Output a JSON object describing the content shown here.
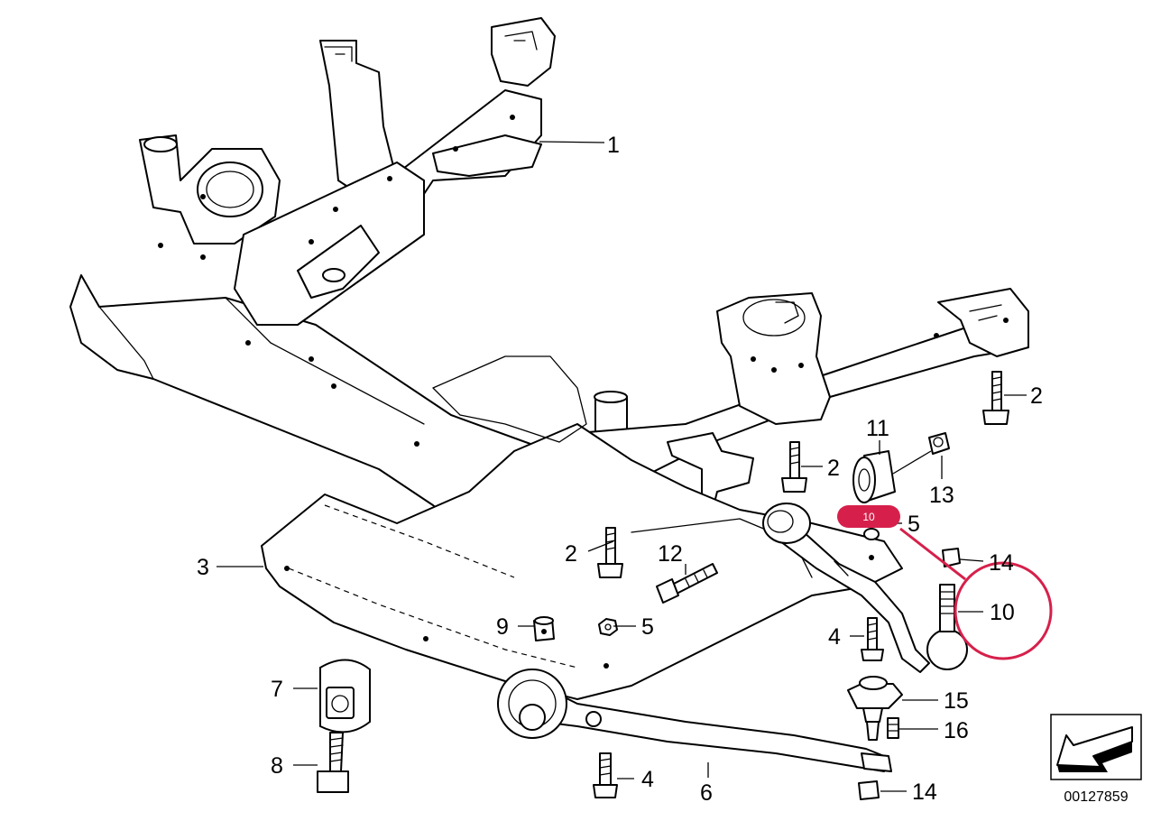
{
  "diagram_id": "00127859",
  "highlight": {
    "badge_text": "10",
    "color": "#d6204b"
  },
  "callouts": [
    {
      "key": "c1",
      "text": "1"
    },
    {
      "key": "c2a",
      "text": "2"
    },
    {
      "key": "c2b",
      "text": "2"
    },
    {
      "key": "c2c",
      "text": "2"
    },
    {
      "key": "c3",
      "text": "3"
    },
    {
      "key": "c4a",
      "text": "4"
    },
    {
      "key": "c4b",
      "text": "4"
    },
    {
      "key": "c5a",
      "text": "5"
    },
    {
      "key": "c5b",
      "text": "5"
    },
    {
      "key": "c6",
      "text": "6"
    },
    {
      "key": "c7",
      "text": "7"
    },
    {
      "key": "c8",
      "text": "8"
    },
    {
      "key": "c9",
      "text": "9"
    },
    {
      "key": "c10",
      "text": "10"
    },
    {
      "key": "c11",
      "text": "11"
    },
    {
      "key": "c12",
      "text": "12"
    },
    {
      "key": "c13",
      "text": "13"
    },
    {
      "key": "c14a",
      "text": "14"
    },
    {
      "key": "c14b",
      "text": "14"
    },
    {
      "key": "c15",
      "text": "15"
    },
    {
      "key": "c16",
      "text": "16"
    }
  ]
}
